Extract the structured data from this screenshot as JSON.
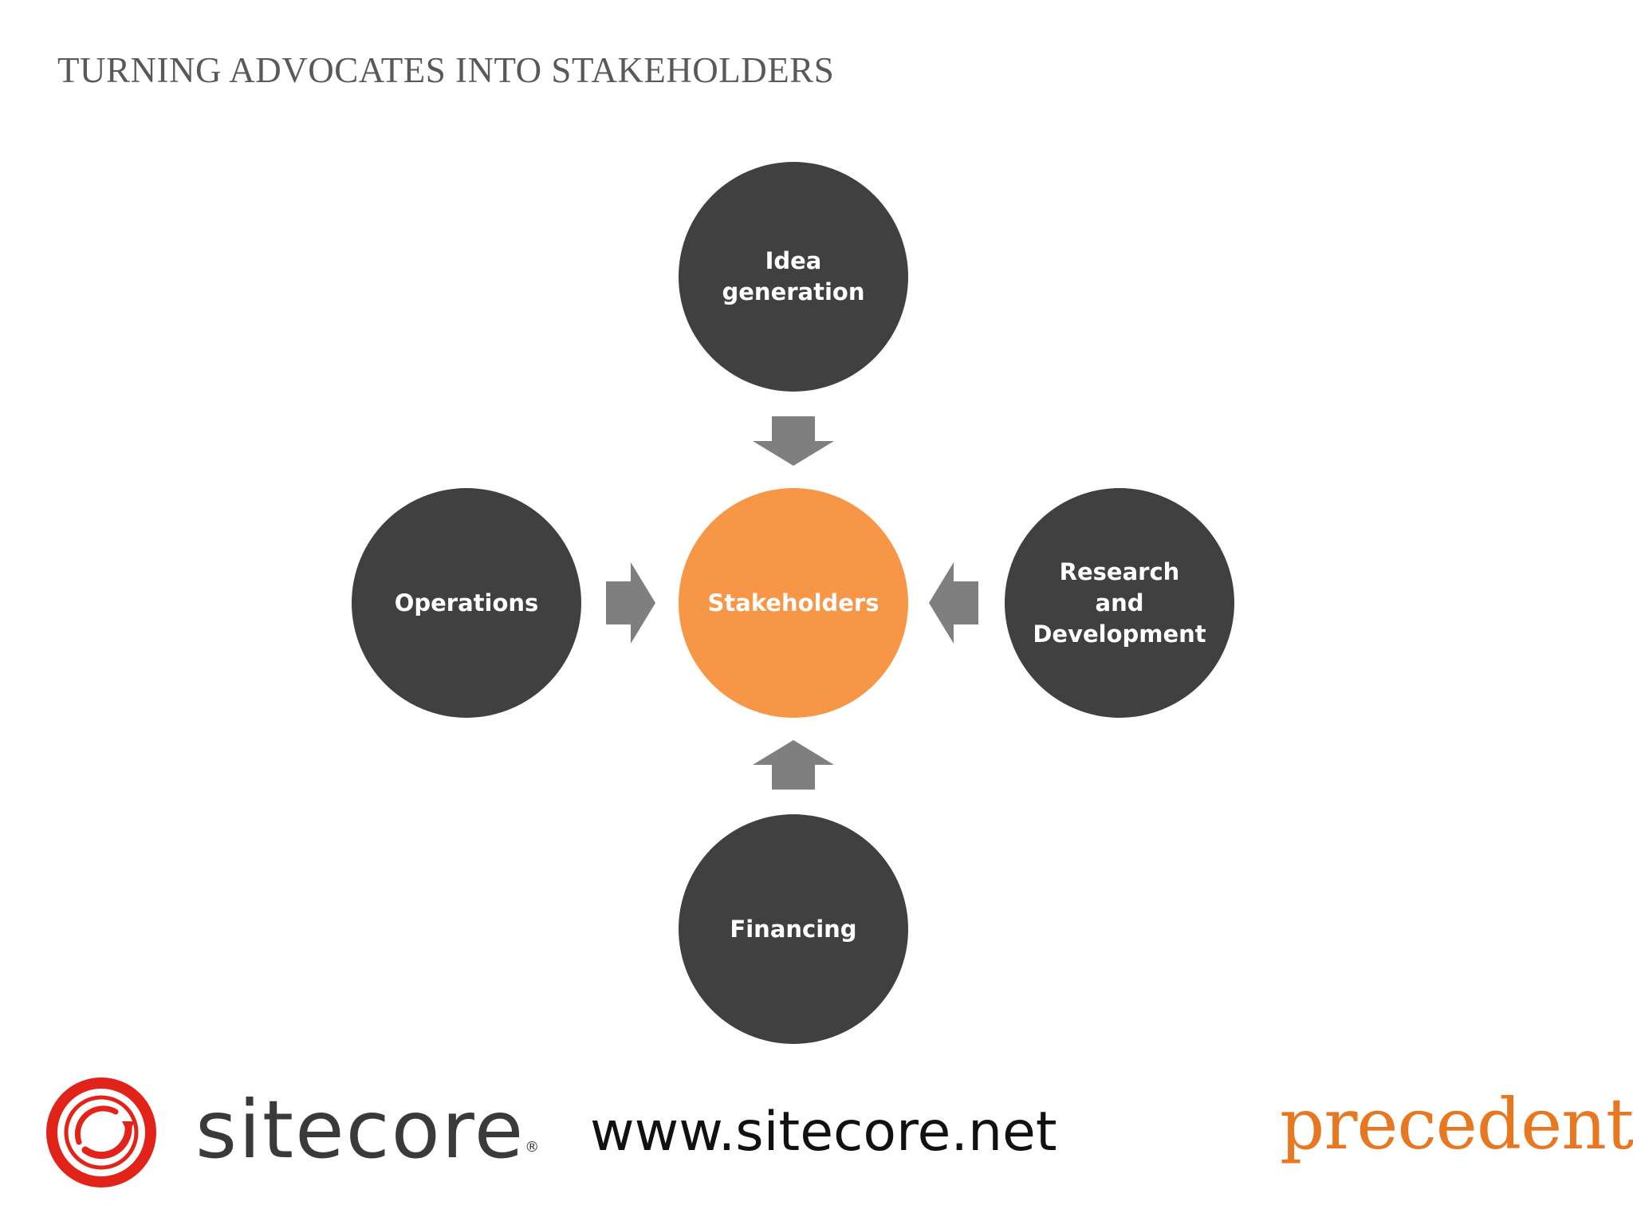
{
  "slide": {
    "title": "TURNING ADVOCATES INTO STAKEHOLDERS"
  },
  "diagram": {
    "center": {
      "label": "Stakeholders",
      "color": "#F79646"
    },
    "nodes": {
      "top": "Idea\ngeneration",
      "left": "Operations",
      "right": "Research and\nDevelopment",
      "bottom": "Financing"
    },
    "node_color": "#404040",
    "arrow_color": "#7F7F7F"
  },
  "footer": {
    "sitecore_logo_text": "sitecore",
    "sitecore_registered": "®",
    "url": "www.sitecore.net",
    "precedent_logo_text": "precedent.",
    "sitecore_brand_color": "#E2231A",
    "precedent_brand_color": "#E87722"
  }
}
